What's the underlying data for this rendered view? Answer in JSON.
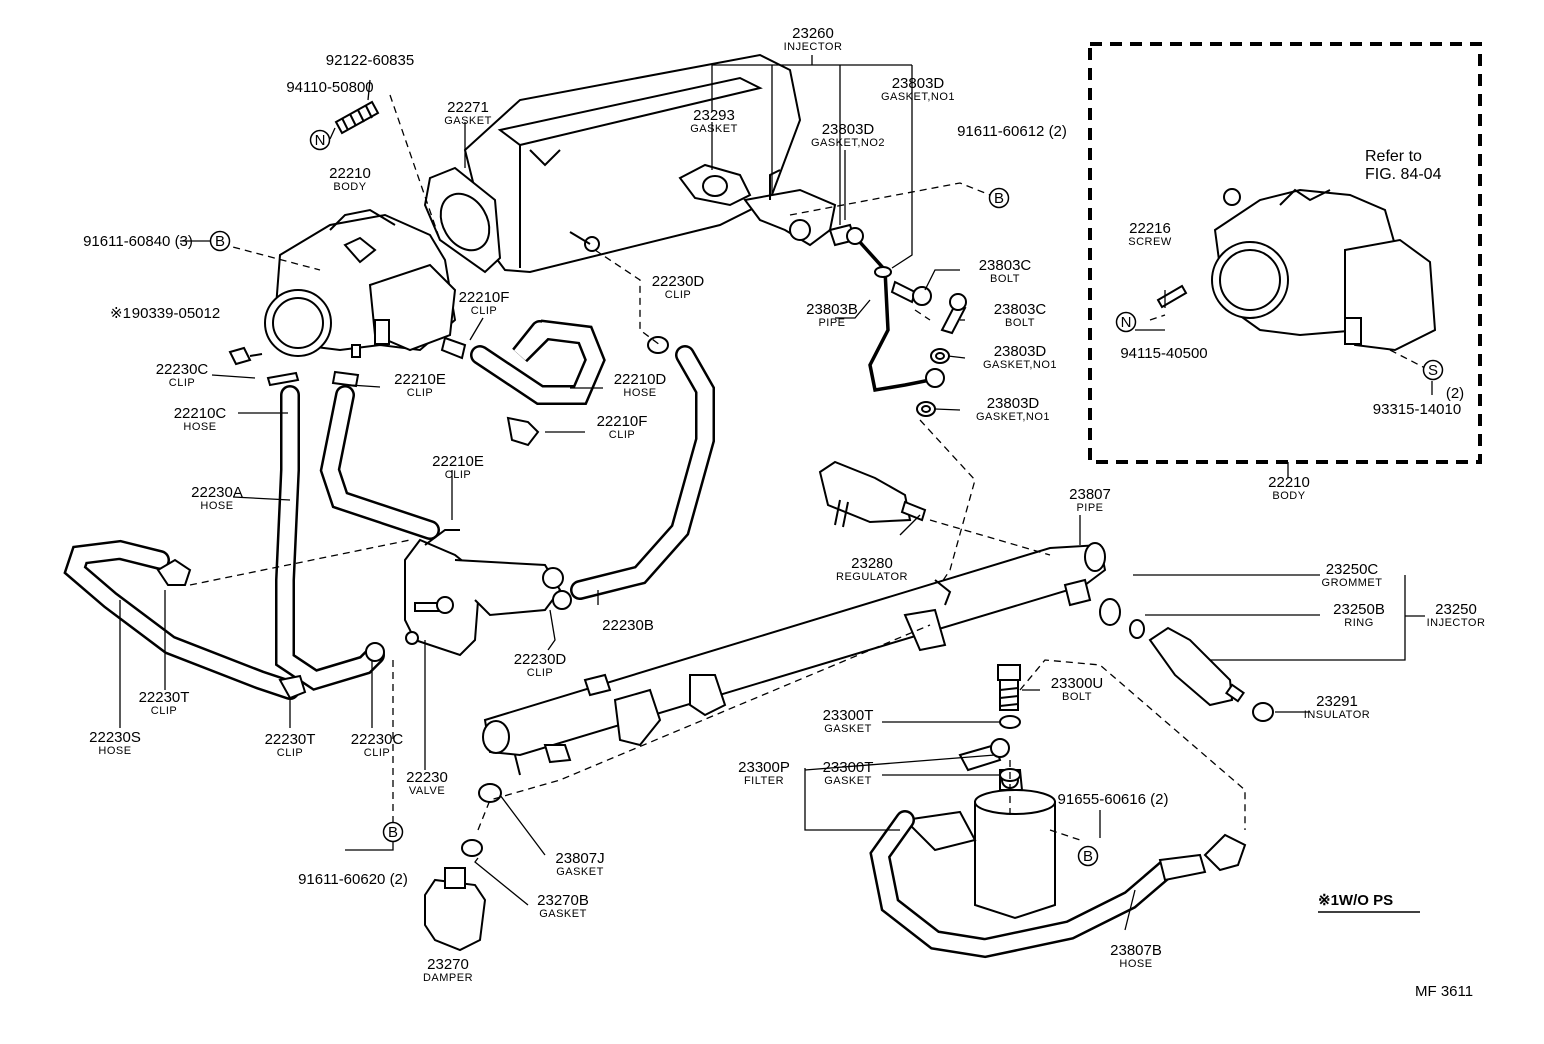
{
  "callouts": [
    {
      "id": "c23260",
      "part": "23260",
      "name": "INJECTOR"
    },
    {
      "id": "c92122",
      "part": "92122-60835",
      "name": ""
    },
    {
      "id": "c94110",
      "part": "94110-50800",
      "name": ""
    },
    {
      "id": "c22271",
      "part": "22271",
      "name": "GASKET"
    },
    {
      "id": "c23293",
      "part": "23293",
      "name": "GASKET"
    },
    {
      "id": "c23803D_a",
      "part": "23803D",
      "name": "GASKET,NO1"
    },
    {
      "id": "c23803D_b",
      "part": "23803D",
      "name": "GASKET,NO2"
    },
    {
      "id": "c91611_60612",
      "part": "91611-60612 (2)",
      "name": ""
    },
    {
      "id": "c22210_body",
      "part": "22210",
      "name": "BODY"
    },
    {
      "id": "c91611_60840",
      "part": "91611-60840 (3)",
      "name": ""
    },
    {
      "id": "c90339",
      "part": "90339-05012",
      "name": ""
    },
    {
      "id": "c22210F_a",
      "part": "22210F",
      "name": "CLIP"
    },
    {
      "id": "c22230D_a",
      "part": "22230D",
      "name": "CLIP"
    },
    {
      "id": "c23803C_a",
      "part": "23803C",
      "name": "BOLT"
    },
    {
      "id": "c23803B",
      "part": "23803B",
      "name": "PIPE"
    },
    {
      "id": "c23803C_b",
      "part": "23803C",
      "name": "BOLT"
    },
    {
      "id": "c23803D_c",
      "part": "23803D",
      "name": "GASKET,NO1"
    },
    {
      "id": "c23803D_d",
      "part": "23803D",
      "name": "GASKET,NO1"
    },
    {
      "id": "c22230C_a",
      "part": "22230C",
      "name": "CLIP"
    },
    {
      "id": "c22210E_a",
      "part": "22210E",
      "name": "CLIP"
    },
    {
      "id": "c22210D",
      "part": "22210D",
      "name": "HOSE"
    },
    {
      "id": "c22210C",
      "part": "22210C",
      "name": "HOSE"
    },
    {
      "id": "c22210F_b",
      "part": "22210F",
      "name": "CLIP"
    },
    {
      "id": "c22210E_b",
      "part": "22210E",
      "name": "CLIP"
    },
    {
      "id": "c22230A",
      "part": "22230A",
      "name": "HOSE"
    },
    {
      "id": "c23280",
      "part": "23280",
      "name": "REGULATOR"
    },
    {
      "id": "c23807",
      "part": "23807",
      "name": "PIPE"
    },
    {
      "id": "c23250C",
      "part": "23250C",
      "name": "GROMMET"
    },
    {
      "id": "c23250B",
      "part": "23250B",
      "name": "RING"
    },
    {
      "id": "c23250",
      "part": "23250",
      "name": "INJECTOR"
    },
    {
      "id": "c22230B",
      "part": "22230B",
      "name": ""
    },
    {
      "id": "c22230D_b",
      "part": "22230D",
      "name": "CLIP"
    },
    {
      "id": "c22230T_a",
      "part": "22230T",
      "name": "CLIP"
    },
    {
      "id": "c22230S",
      "part": "22230S",
      "name": "HOSE"
    },
    {
      "id": "c22230T_b",
      "part": "22230T",
      "name": "CLIP"
    },
    {
      "id": "c22230C_b",
      "part": "22230C",
      "name": "CLIP"
    },
    {
      "id": "c22230",
      "part": "22230",
      "name": "VALVE"
    },
    {
      "id": "c23300U",
      "part": "23300U",
      "name": "BOLT"
    },
    {
      "id": "c23291",
      "part": "23291",
      "name": "INSULATOR"
    },
    {
      "id": "c23300T_a",
      "part": "23300T",
      "name": "GASKET"
    },
    {
      "id": "c23300P",
      "part": "23300P",
      "name": "FILTER"
    },
    {
      "id": "c23300T_b",
      "part": "23300T",
      "name": "GASKET"
    },
    {
      "id": "c91655",
      "part": "91655-60616 (2)",
      "name": ""
    },
    {
      "id": "c91611_60620",
      "part": "91611-60620 (2)",
      "name": ""
    },
    {
      "id": "c23807J",
      "part": "23807J",
      "name": "GASKET"
    },
    {
      "id": "c23270B",
      "part": "23270B",
      "name": "GASKET"
    },
    {
      "id": "c23270",
      "part": "23270",
      "name": "DAMPER"
    },
    {
      "id": "c23807B",
      "part": "23807B",
      "name": "HOSE"
    },
    {
      "id": "c22216",
      "part": "22216",
      "name": "SCREW"
    },
    {
      "id": "c94115",
      "part": "94115-40500",
      "name": ""
    },
    {
      "id": "c93315",
      "part": "93315-14010",
      "name": ""
    },
    {
      "id": "c93315q",
      "part": "(2)",
      "name": ""
    },
    {
      "id": "c22210_inset",
      "part": "22210",
      "name": "BODY"
    }
  ],
  "inset_note": {
    "line1": "Refer to",
    "line2": "FIG. 84-04"
  },
  "markers": {
    "B": "B",
    "N": "N",
    "S": "S"
  },
  "legend": "※1W/O PS",
  "note_symbol": "※1",
  "figure_code": "MF 3611"
}
